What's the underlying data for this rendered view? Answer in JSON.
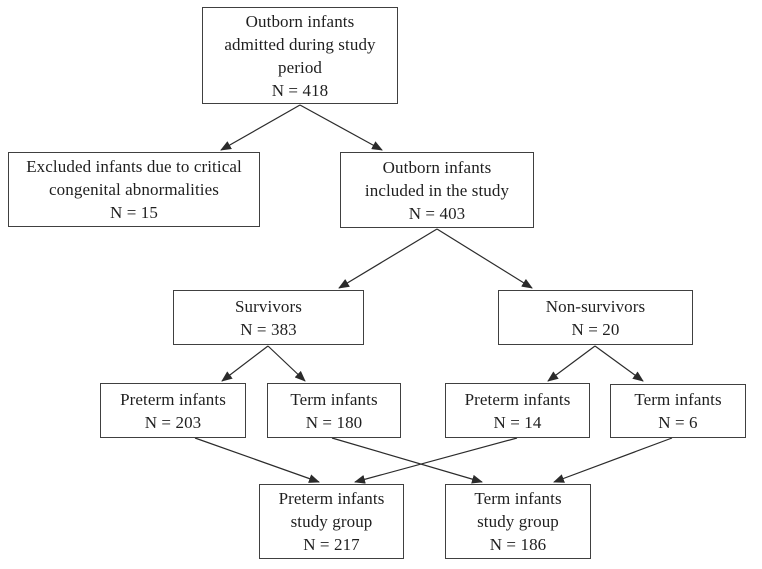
{
  "colors": {
    "background": "#ffffff",
    "box_border": "#404040",
    "ink": "#1f1f1f"
  },
  "flowchart": {
    "nodes": [
      {
        "id": "admitted",
        "label": "Outborn infants\nadmitted during study\nperiod\nN = 418"
      },
      {
        "id": "excluded",
        "label": "Excluded infants due to critical\ncongenital abnormalities\nN = 15"
      },
      {
        "id": "included",
        "label": "Outborn infants\nincluded in the study\nN = 403"
      },
      {
        "id": "survivors",
        "label": "Survivors\nN = 383"
      },
      {
        "id": "non_survivors",
        "label": "Non-survivors\nN = 20"
      },
      {
        "id": "survivors_preterm",
        "label": "Preterm infants\nN = 203"
      },
      {
        "id": "survivors_term",
        "label": "Term infants\nN = 180"
      },
      {
        "id": "non_survivors_preterm",
        "label": "Preterm infants\nN = 14"
      },
      {
        "id": "non_survivors_term",
        "label": "Term infants\nN = 6"
      },
      {
        "id": "preterm_study_group",
        "label": "Preterm infants\nstudy group\nN = 217"
      },
      {
        "id": "term_study_group",
        "label": "Term infants\nstudy group\nN = 186"
      }
    ],
    "edges": [
      {
        "from": "admitted",
        "to": "excluded"
      },
      {
        "from": "admitted",
        "to": "included"
      },
      {
        "from": "included",
        "to": "survivors"
      },
      {
        "from": "included",
        "to": "non_survivors"
      },
      {
        "from": "survivors",
        "to": "survivors_preterm"
      },
      {
        "from": "survivors",
        "to": "survivors_term"
      },
      {
        "from": "non_survivors",
        "to": "non_survivors_preterm"
      },
      {
        "from": "non_survivors",
        "to": "non_survivors_term"
      },
      {
        "from": "survivors_preterm",
        "to": "preterm_study_group"
      },
      {
        "from": "survivors_term",
        "to": "term_study_group"
      },
      {
        "from": "non_survivors_preterm",
        "to": "preterm_study_group"
      },
      {
        "from": "non_survivors_term",
        "to": "term_study_group"
      }
    ]
  }
}
